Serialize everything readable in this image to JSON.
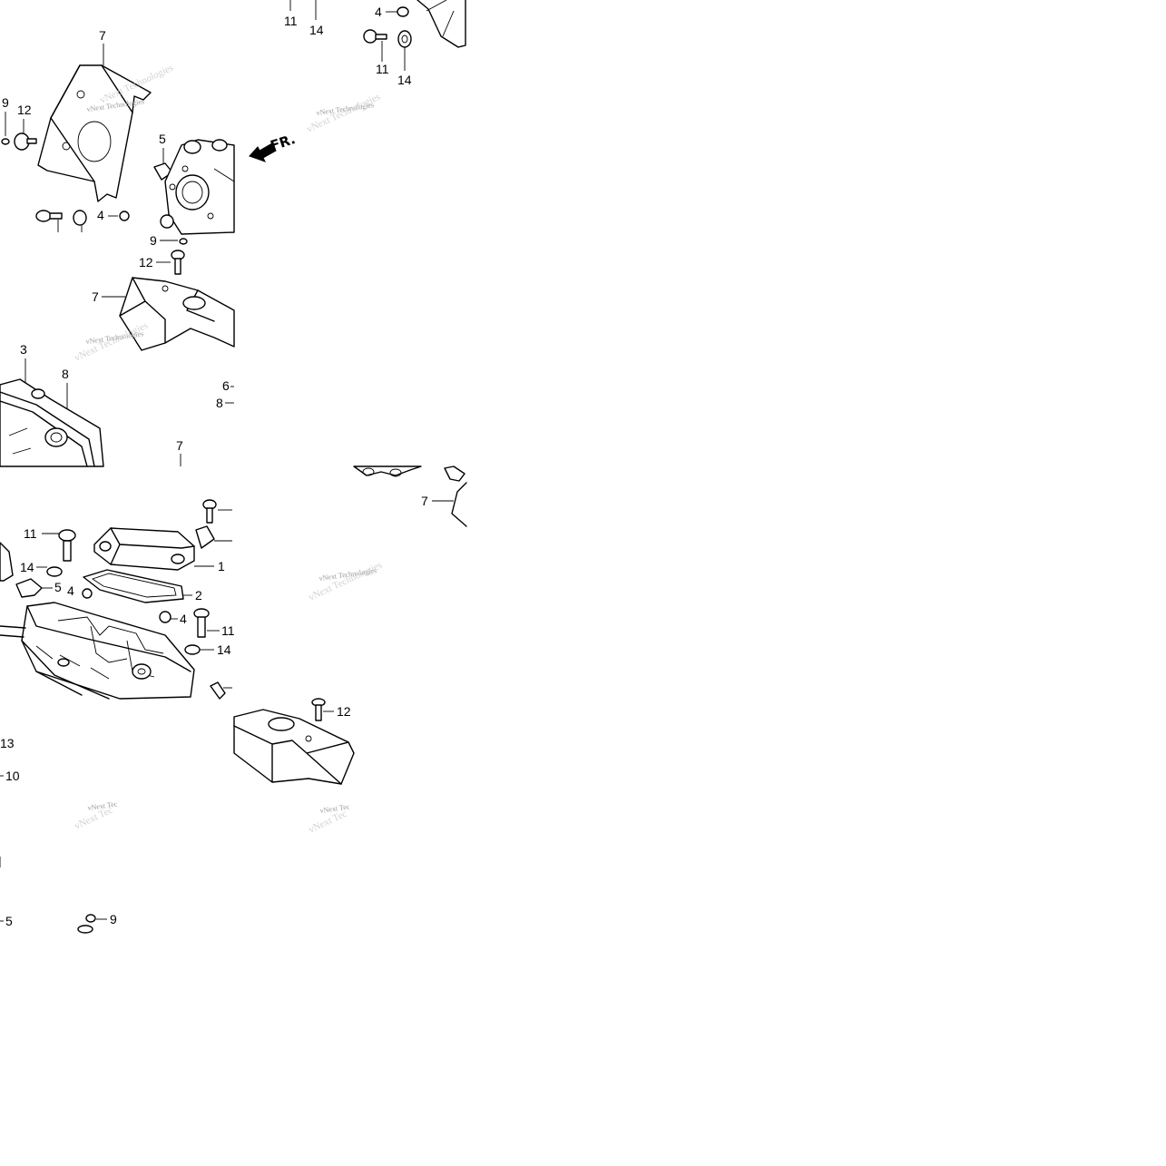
{
  "diagram": {
    "watermark": "vNext Technologies",
    "watermark_partial": "vNext Tec",
    "front_marker": "FR.",
    "callouts": [
      "1",
      "2",
      "3",
      "4",
      "5",
      "6",
      "7",
      "8",
      "9",
      "10",
      "11",
      "12",
      "13",
      "14"
    ]
  }
}
